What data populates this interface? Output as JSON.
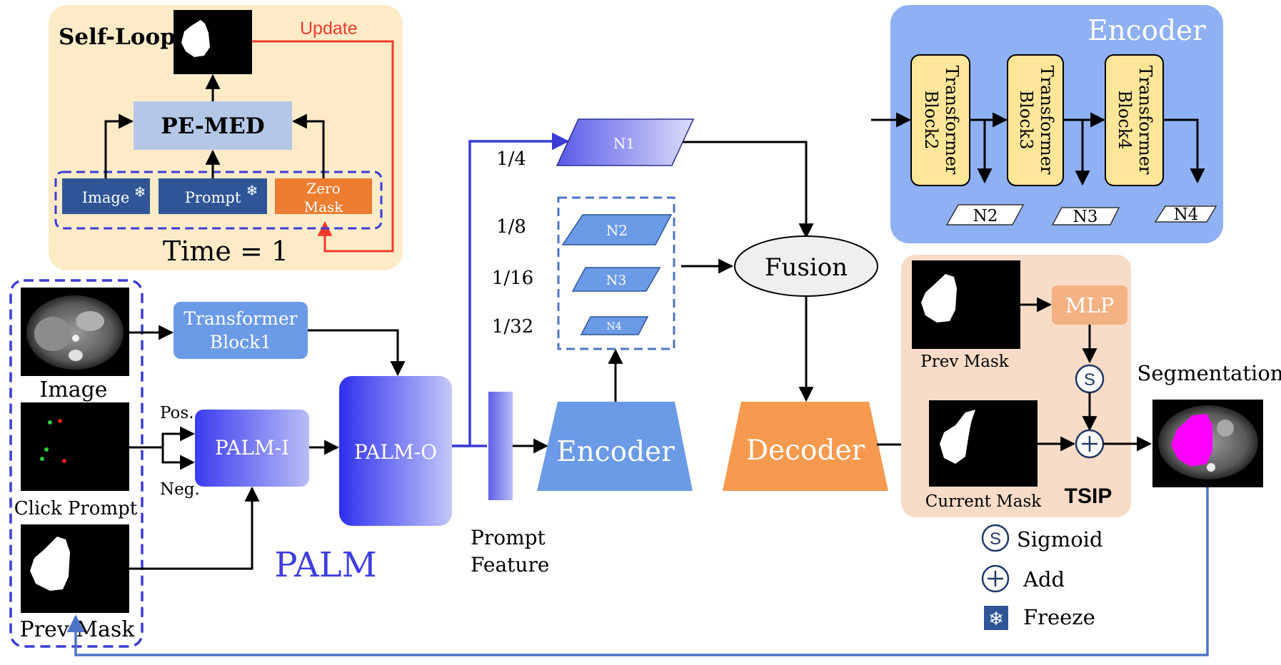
{
  "self_loop": {
    "title": "Self-Loop",
    "update": "Update",
    "pemed": "PE-MED",
    "image": "Image",
    "prompt": "Prompt",
    "zero_mask_1": "Zero",
    "zero_mask_2": "Mask",
    "time": "Time = 1"
  },
  "inputs": {
    "image": "Image",
    "click_prompt": "Click Prompt",
    "prev_mask": "Prev  Mask"
  },
  "palm": {
    "title": "PALM",
    "tb1_line1": "Transformer",
    "tb1_line2": "Block1",
    "pos": "Pos.",
    "neg": "Neg.",
    "palm_i": "PALM-I",
    "palm_o": "PALM-O"
  },
  "prompt_feature": {
    "line1": "Prompt",
    "line2": "Feature"
  },
  "pyramid": {
    "n1": "N1",
    "n2": "N2",
    "n3": "N3",
    "n4": "N4",
    "s4": "1/4",
    "s8": "1/8",
    "s16": "1/16",
    "s32": "1/32"
  },
  "main": {
    "encoder": "Encoder",
    "decoder": "Decoder",
    "fusion": "Fusion"
  },
  "encoder_panel": {
    "title": "Encoder",
    "tb2_1": "Transformer",
    "tb2_2": "Block2",
    "tb3_1": "Transformer",
    "tb3_2": "Block3",
    "tb4_1": "Transformer",
    "tb4_2": "Block4",
    "n2": "N2",
    "n3": "N3",
    "n4": "N4"
  },
  "tsip": {
    "title": "TSIP",
    "mlp": "MLP",
    "prev_mask": "Prev Mask",
    "current_mask": "Current Mask",
    "sigmoid_symbol": "S"
  },
  "output": {
    "segmentation": "Segmentation"
  },
  "legend": {
    "sigmoid": "Sigmoid",
    "add": "Add",
    "freeze": "Freeze",
    "sigmoid_symbol": "S"
  },
  "colors": {
    "self_loop_bg": "#fdebc8",
    "encoder_panel_bg": "#8fb0f3",
    "tsip_bg": "#f8dcc8",
    "update_arrow": "#ef3b2c",
    "palm_text": "#3e3ee0",
    "encoder_block": "#6b9ae6",
    "decoder_block": "#f59a4e",
    "dashed_border": "#3b3bd6",
    "feedback_line": "#4d74c6"
  }
}
